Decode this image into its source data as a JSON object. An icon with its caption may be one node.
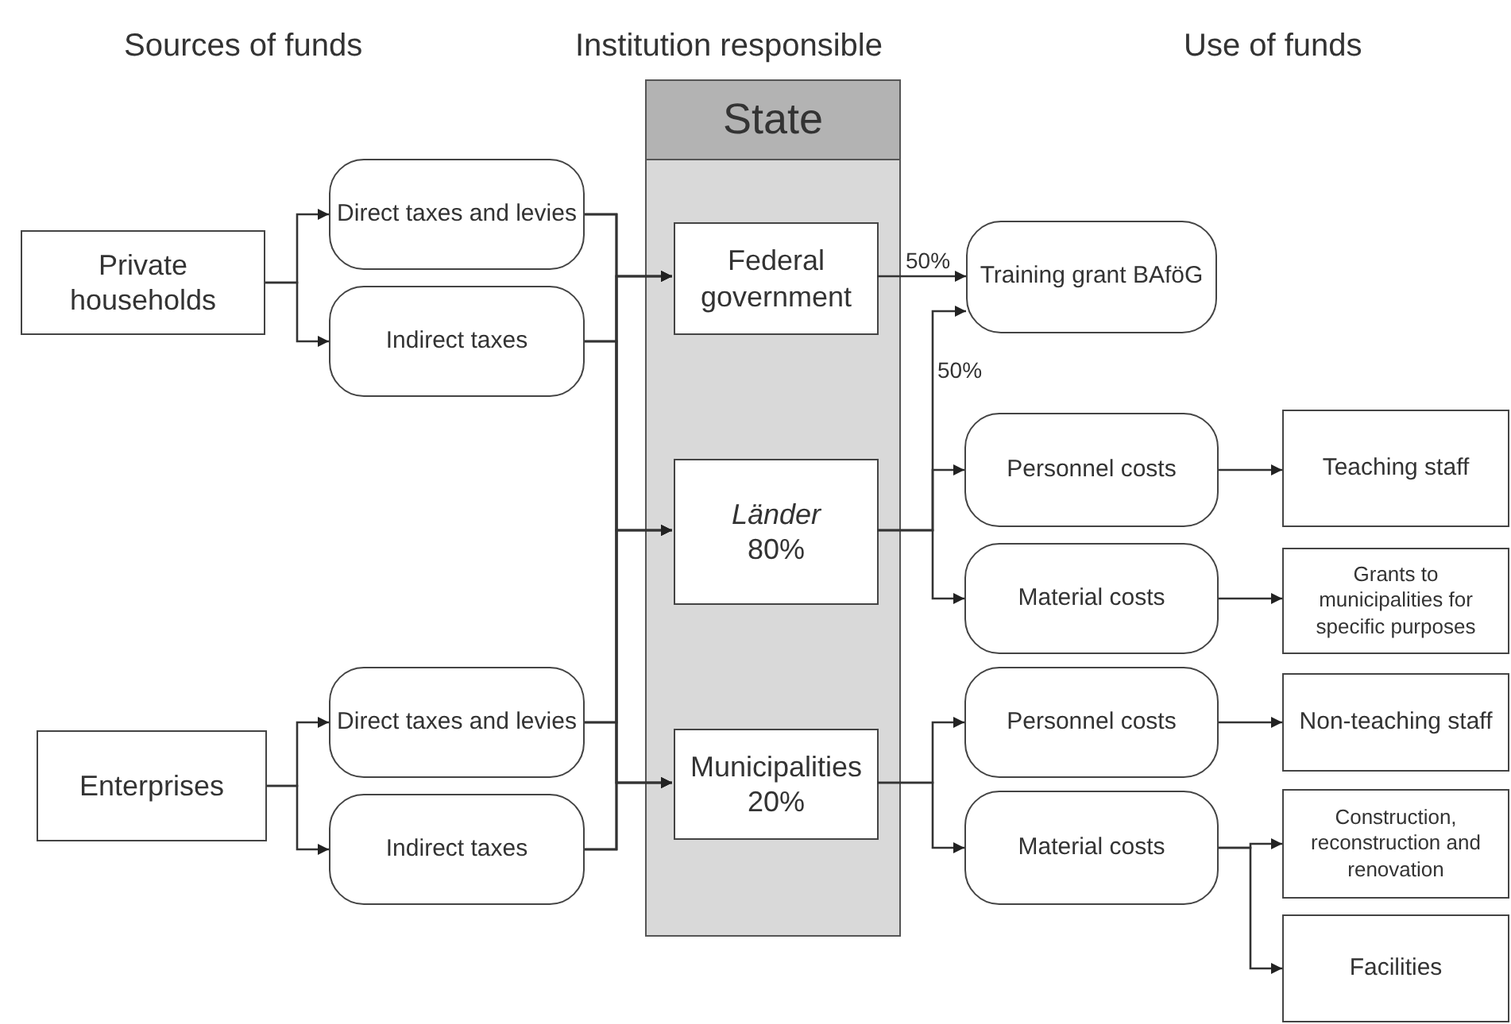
{
  "diagram": {
    "nodes": [
      {
        "text": [
          "Private households"
        ]
      },
      {
        "text": [
          "Direct taxes and levies"
        ]
      },
      {
        "text": [
          "Indirect taxes"
        ]
      },
      {
        "text": [
          "Enterprises"
        ]
      },
      {
        "text": [
          "Direct taxes and levies"
        ]
      },
      {
        "text": [
          "Indirect taxes"
        ]
      },
      {
        "text": [
          "State"
        ]
      },
      {
        "text": [
          "Federal government"
        ],
        "in": 6
      },
      {
        "text": [
          "Länder",
          "80%"
        ],
        "in": 6
      },
      {
        "text": [
          "Municipalities",
          "20%"
        ],
        "in": 6
      },
      {
        "text": [
          "Training grant BAföG"
        ]
      },
      {
        "text": [
          "Personnel costs"
        ]
      },
      {
        "text": [
          "Material costs"
        ]
      },
      {
        "text": [
          "Personnel costs"
        ]
      },
      {
        "text": [
          "Material costs"
        ]
      },
      {
        "text": [
          "Teaching staff"
        ]
      },
      {
        "text": [
          "Grants to municipalities for specific purposes"
        ]
      },
      {
        "text": [
          "Non-teaching staff"
        ]
      },
      {
        "text": [
          "Construction, reconstruction and renovation"
        ]
      },
      {
        "text": [
          "Facilities"
        ]
      }
    ],
    "edges": [
      {
        "from": 0,
        "to": 1,
        "arrow": "to"
      },
      {
        "from": 0,
        "to": 2,
        "arrow": "to"
      },
      {
        "from": 3,
        "to": 4,
        "arrow": "to"
      },
      {
        "from": 3,
        "to": 5,
        "arrow": "to"
      },
      {
        "from": 1,
        "to": 7,
        "arrow": "to"
      },
      {
        "from": 1,
        "to": 8,
        "arrow": "to"
      },
      {
        "from": 1,
        "to": 9,
        "arrow": "to"
      },
      {
        "from": 2,
        "to": 7,
        "arrow": "to"
      },
      {
        "from": 2,
        "to": 8,
        "arrow": "to"
      },
      {
        "from": 2,
        "to": 9,
        "arrow": "to"
      },
      {
        "from": 4,
        "to": 7,
        "arrow": "to"
      },
      {
        "from": 4,
        "to": 8,
        "arrow": "to"
      },
      {
        "from": 4,
        "to": 9,
        "arrow": "to"
      },
      {
        "from": 5,
        "to": 7,
        "arrow": "to"
      },
      {
        "from": 5,
        "to": 8,
        "arrow": "to"
      },
      {
        "from": 5,
        "to": 9,
        "arrow": "to"
      },
      {
        "from": 7,
        "to": 10,
        "arrow": "to",
        "label": "50%"
      },
      {
        "from": 8,
        "to": 10,
        "arrow": "to",
        "label": "50%"
      },
      {
        "from": 8,
        "to": 11,
        "arrow": "to"
      },
      {
        "from": 8,
        "to": 12,
        "arrow": "to"
      },
      {
        "from": 9,
        "to": 13,
        "arrow": "to"
      },
      {
        "from": 9,
        "to": 14,
        "arrow": "to"
      },
      {
        "from": 11,
        "to": 15,
        "arrow": "to"
      },
      {
        "from": 12,
        "to": 16,
        "arrow": "to"
      },
      {
        "from": 13,
        "to": 17,
        "arrow": "to"
      },
      {
        "from": 14,
        "to": 18,
        "arrow": "to"
      },
      {
        "from": 14,
        "to": 19,
        "arrow": "to"
      }
    ],
    "labels": [
      "Sources of funds",
      "Institution responsible",
      "Use of funds"
    ]
  }
}
